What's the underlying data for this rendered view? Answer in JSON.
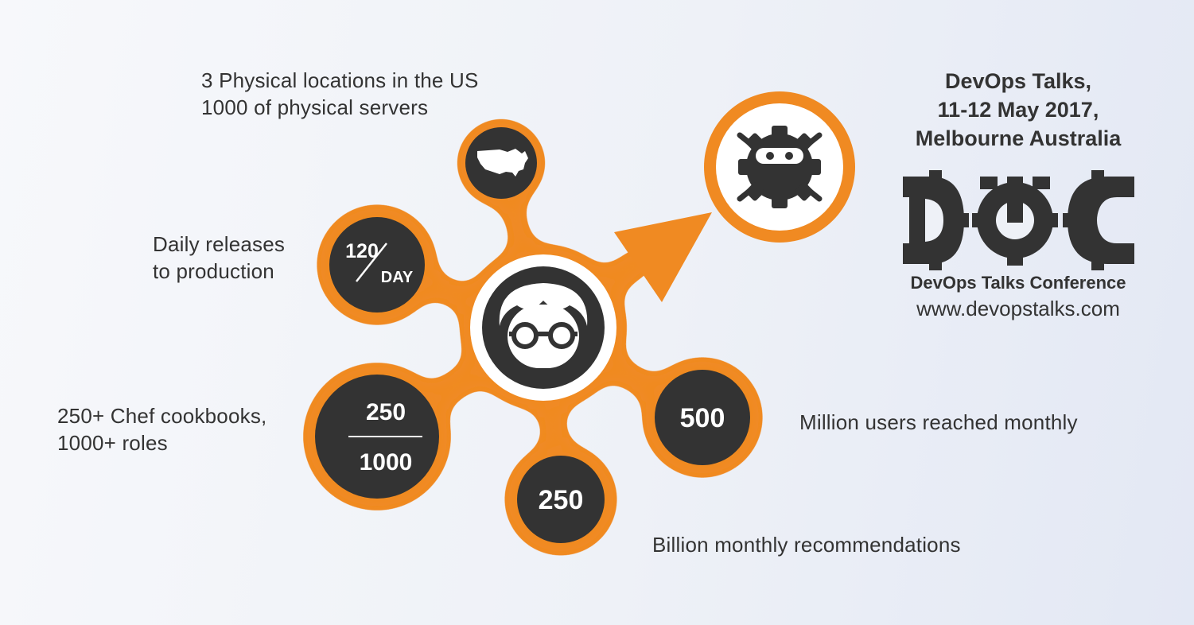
{
  "colors": {
    "orange": "#f08a22",
    "dark": "#333333",
    "white": "#ffffff"
  },
  "captions": {
    "locations": [
      "3 Physical locations in the US",
      "1000 of physical servers"
    ],
    "releases": [
      "Daily releases",
      "to production"
    ],
    "chef": [
      "250+ Chef cookbooks,",
      "1000+ roles"
    ],
    "users": "Million users reached monthly",
    "recommendations": "Billion monthly recommendations"
  },
  "nodes": {
    "releases": {
      "top": "120",
      "bottom": "DAY"
    },
    "chef": {
      "top": "250",
      "bottom": "1000"
    },
    "users": "500",
    "recommendations": "250"
  },
  "icons": {
    "center": "nerd-glasses-icon",
    "usa": "usa-map-icon",
    "goal": "ninja-gear-icon",
    "arrow": "growth-arrow-icon",
    "logo": "dtc-logo"
  },
  "event": {
    "line1": "DevOps Talks,",
    "line2": "11-12 May 2017,",
    "line3": "Melbourne Australia"
  },
  "logo": {
    "letters": "DTC",
    "name": "DevOps Talks Conference",
    "url": "www.devopstalks.com"
  }
}
